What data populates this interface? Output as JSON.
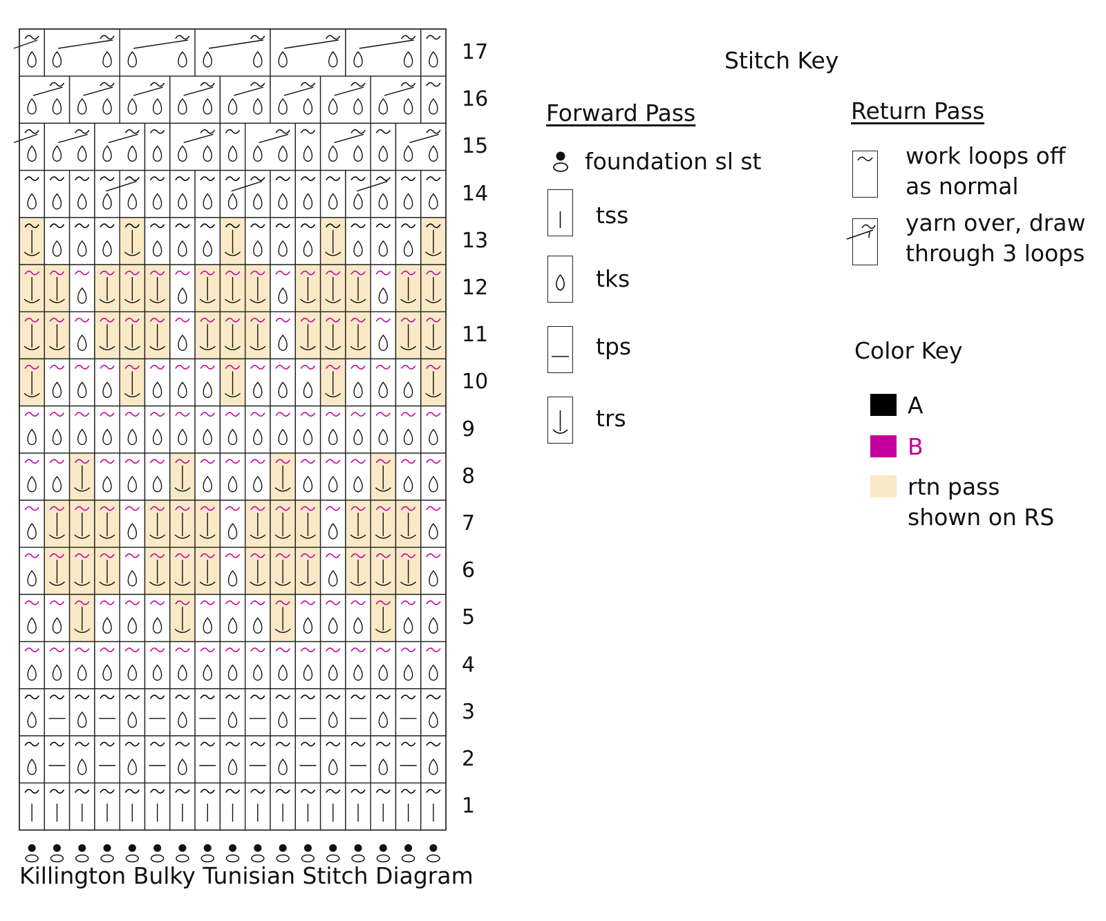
{
  "title": "Killington Bulky Tunisian Stitch Diagram",
  "row_numbers": [
    "17",
    "16",
    "15",
    "14",
    "13",
    "12",
    "11",
    "10",
    "9",
    "8",
    "7",
    "6",
    "5",
    "4",
    "3",
    "2",
    "1"
  ],
  "colors": {
    "A": "#000000",
    "B": "#c4009c",
    "rtn_pass": "#f9e9c6",
    "grid": "#222222"
  },
  "grid": {
    "columns": 17,
    "rows": [
      {
        "row": 17,
        "kind": "group",
        "groups": [
          1,
          3,
          3,
          3,
          3,
          3,
          1
        ]
      },
      {
        "row": 16,
        "kind": "group",
        "groups": [
          2,
          2,
          2,
          2,
          2,
          2,
          2,
          2,
          1
        ]
      },
      {
        "row": 15,
        "kind": "group",
        "groups": [
          1,
          2,
          2,
          1,
          2,
          1,
          2,
          1,
          2,
          1,
          2
        ]
      },
      {
        "row": 14,
        "cells": "kkkkdkkkkdkkkkdkk",
        "color": "A"
      },
      {
        "row": 13,
        "cells": "RkkkRkkkRkkkRkkkR",
        "color": "A"
      },
      {
        "row": 12,
        "cells": "RRkRRRkRRRkRRRkRR",
        "color": "B"
      },
      {
        "row": 11,
        "cells": "RRkRRRkRRRkRRRkRR",
        "color": "B"
      },
      {
        "row": 10,
        "cells": "RkkkRkkkRkkkRkkkR",
        "color": "B"
      },
      {
        "row": 9,
        "cells": "kkkkkkkkkkkkkkkkk",
        "color": "B"
      },
      {
        "row": 8,
        "cells": "kkRkkkRkkkRkkkRkk",
        "color": "B"
      },
      {
        "row": 7,
        "cells": "kRRRkRRRkRRRkRRRk",
        "color": "B"
      },
      {
        "row": 6,
        "cells": "kRRRkRRRkRRRkRRRk",
        "color": "B"
      },
      {
        "row": 5,
        "cells": "kkRkkkRkkkRkkkRkk",
        "color": "B"
      },
      {
        "row": 4,
        "cells": "kkkkkkkkkkkkkkkkk",
        "color": "B"
      },
      {
        "row": 3,
        "cells": "kpkpkpkpkpkpkpkpk",
        "color": "A"
      },
      {
        "row": 2,
        "cells": "kpkpkpkpkpkpkpkpk",
        "color": "A"
      },
      {
        "row": 1,
        "cells": "sssssssssssssssss",
        "color": "A"
      }
    ],
    "foundation_count": 17
  },
  "stitch_key": {
    "title": "Stitch Key",
    "forward_pass": {
      "header": "Forward Pass",
      "items": [
        {
          "symbol": "foundation",
          "label": "foundation sl st"
        },
        {
          "symbol": "tss",
          "label": "tss"
        },
        {
          "symbol": "tks",
          "label": "tks"
        },
        {
          "symbol": "tps",
          "label": "tps"
        },
        {
          "symbol": "trs",
          "label": "trs"
        }
      ]
    },
    "return_pass": {
      "header": "Return Pass",
      "items": [
        {
          "symbol": "loops-off",
          "line1": "work loops off",
          "line2": "as normal"
        },
        {
          "symbol": "yo-draw-3",
          "line1": "yarn over, draw",
          "line2": "through 3 loops"
        }
      ]
    }
  },
  "color_key": {
    "title": "Color Key",
    "items": [
      {
        "swatch": "A",
        "label": "A",
        "line2": ""
      },
      {
        "swatch": "B",
        "label": "B",
        "line2": ""
      },
      {
        "swatch": "rtn_pass",
        "label": "rtn pass",
        "line2": "shown on RS"
      }
    ]
  }
}
